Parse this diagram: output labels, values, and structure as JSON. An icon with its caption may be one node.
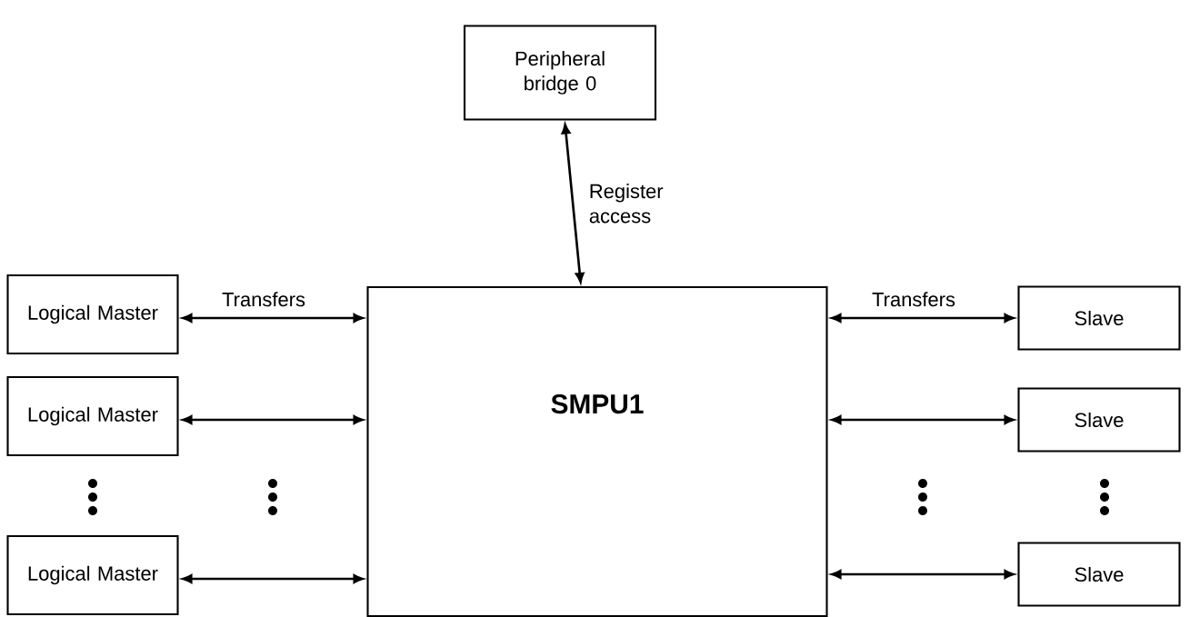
{
  "diagram": {
    "nodes": [
      {
        "text": [
          "Peripheral bridge 0"
        ]
      },
      {
        "text": [
          "SMPU1"
        ]
      },
      {
        "text": [
          "Logical Master"
        ]
      },
      {
        "text": [
          "Logical Master"
        ]
      },
      {
        "text": [
          "Logical Master"
        ]
      },
      {
        "text": [
          "Slave"
        ]
      },
      {
        "text": [
          "Slave"
        ]
      },
      {
        "text": [
          "Slave"
        ]
      }
    ],
    "edges": [
      {
        "from": 1,
        "to": 0,
        "arrow": "both",
        "label": "Register access"
      },
      {
        "from": 2,
        "to": 1,
        "arrow": "both",
        "label": "Transfers"
      },
      {
        "from": 3,
        "to": 1,
        "arrow": "both"
      },
      {
        "from": 4,
        "to": 1,
        "arrow": "both"
      },
      {
        "from": 1,
        "to": 5,
        "arrow": "both",
        "label": "Transfers"
      },
      {
        "from": 1,
        "to": 6,
        "arrow": "both"
      },
      {
        "from": 1,
        "to": 7,
        "arrow": "both"
      }
    ]
  }
}
